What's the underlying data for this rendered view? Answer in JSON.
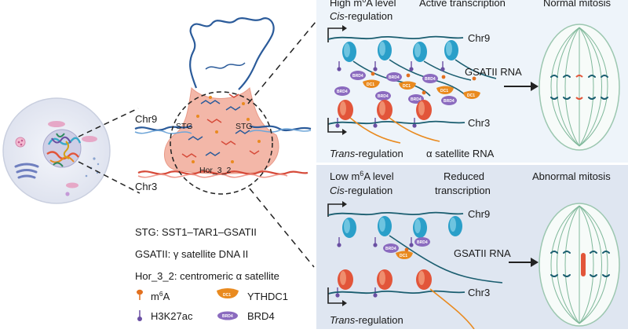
{
  "center": {
    "chr9": "Chr9",
    "chr3": "Chr3",
    "stg_left": "STG",
    "stg_right": "STG",
    "hor": "Hor_3_2"
  },
  "legend": {
    "def_stg": "STG: SST1–TAR1–GSATII",
    "def_gsatii": "GSATII: γ satellite DNA II",
    "def_hor": "Hor_3_2: centromeric α satellite",
    "m6a_pre": "m",
    "m6a_sup": "6",
    "m6a_post": "A",
    "h3k27ac": "H3K27ac",
    "ythdc1": "YTHDC1",
    "brd4": "BRD4"
  },
  "top_panel": {
    "level_pre": "High m",
    "level_sup": "6",
    "level_post": "A level",
    "cis_em": "Cis",
    "cis_rest": "-regulation",
    "transcription": "Active transcription",
    "mitosis": "Normal mitosis",
    "chr9": "Chr9",
    "gsatii_rna": "GSATII RNA",
    "chr3": "Chr3",
    "trans_em": "Trans",
    "trans_rest": "-regulation",
    "alpha_rna": "α satellite RNA"
  },
  "bottom_panel": {
    "level_pre": "Low m",
    "level_sup": "6",
    "level_post": "A level",
    "cis_em": "Cis",
    "cis_rest": "-regulation",
    "transcription_line1": "Reduced",
    "transcription_line2": "transcription",
    "mitosis": "Abnormal mitosis",
    "chr9": "Chr9",
    "gsatii_rna": "GSATII RNA",
    "chr3": "Chr3",
    "trans_em": "Trans",
    "trans_rest": "-regulation"
  },
  "protein_labels": {
    "ythdc1_short": "DC1",
    "brd4_short": "BRD4"
  },
  "colors": {
    "top_panel_bg": "#eef4fa",
    "bottom_panel_bg": "#dfe6f1",
    "nucleosome_blue": "#2a9fc9",
    "nucleosome_red": "#e2553a",
    "dna_teal": "#1b5e70",
    "ythdc1_orange": "#e98a1f",
    "brd4_purple": "#8b6bbf",
    "h3k27ac_purple": "#6a4fa3",
    "m6a_orange": "#e2701f",
    "spindle_green": "#7fb89a"
  }
}
